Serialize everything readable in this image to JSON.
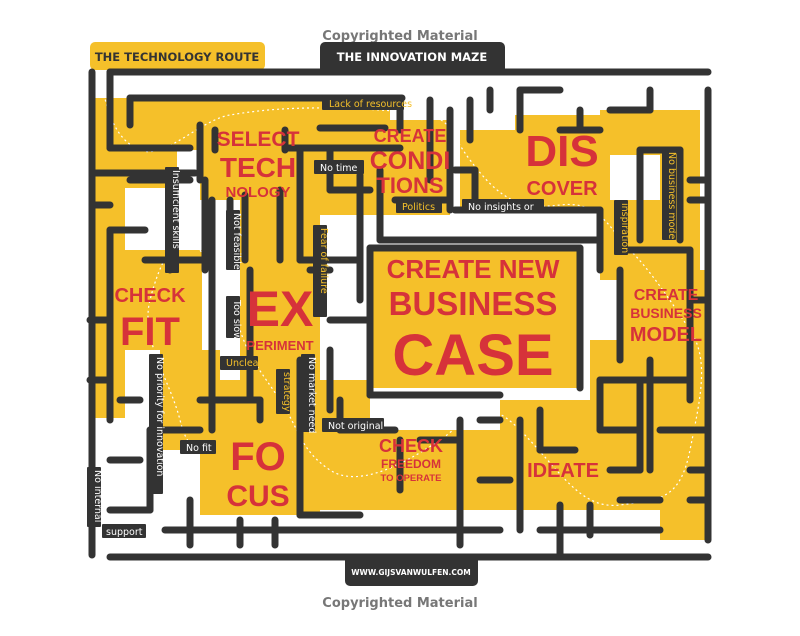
{
  "copyright_top": "Copyrighted Material",
  "copyright_bottom": "Copyrighted Material",
  "route_label": "THE TECHNOLOGY ROUTE",
  "title": "THE INNOVATION MAZE",
  "footer_url": "WWW.GIJSVANWULFEN.COM",
  "colors": {
    "yellow": "#f5c02a",
    "wall": "#333333",
    "red": "#d6323a"
  },
  "stages": {
    "select_technology": [
      "SELECT",
      "TECH",
      "NOLOGY"
    ],
    "create_conditions": [
      "CREATE",
      "CONDI",
      "TIONS"
    ],
    "discover": [
      "DIS",
      "COVER"
    ],
    "create_business_case": [
      "CREATE NEW",
      "BUSINESS",
      "CASE"
    ],
    "create_business_model": [
      "CREATE",
      "BUSINESS",
      "MODEL"
    ],
    "check_fit": [
      "CHECK",
      "FIT"
    ],
    "experiment": [
      "EX",
      "PERIMENT"
    ],
    "focus": [
      "FO",
      "CUS"
    ],
    "check_freedom": [
      "CHECK",
      "FREEDOM",
      "TO OPERATE"
    ],
    "ideate": [
      "IDEATE"
    ]
  },
  "obstacles": {
    "lack_of_resources": "Lack of resources",
    "no_time": "No time",
    "politics": "Politics",
    "no_insights": "No insights or",
    "inspiration": "inspiration",
    "no_business_model": "No business model",
    "insufficient_skills": "Insufficient skills",
    "not_feasible": "Not feasible",
    "fear_of_failure": "Fear of failure",
    "too_slow": "Too slow",
    "unclear": "Unclear",
    "strategy": "strategy",
    "no_market_need": "No market need",
    "no_priority": "No priority for innovation",
    "not_original": "Not original",
    "no_fit": "No fit",
    "no_internal": "No internal",
    "support": "support"
  }
}
